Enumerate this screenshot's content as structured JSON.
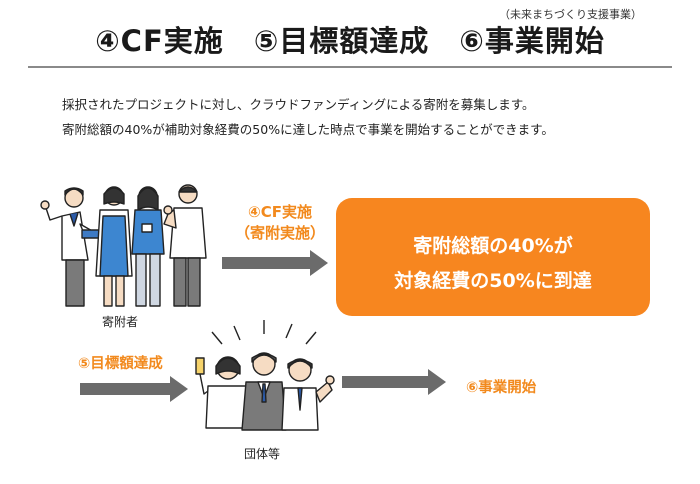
{
  "header": {
    "note": "（未来まちづくり支援事業）",
    "title": "④CF実施　⑤目標額達成　⑥事業開始"
  },
  "description": {
    "line1": "採択されたプロジェクトに対し、クラウドファンディングによる寄附を募集します。",
    "line2": "寄附総額の40%が補助対象経費の50%に達した時点で事業を開始することができます。"
  },
  "flow": {
    "cf_label_line1": "④CF実施",
    "cf_label_line2": "（寄附実施）",
    "box_line1": "寄附総額の40%が",
    "box_line2": "対象経費の50%に到達",
    "goal_label": "⑤目標額達成",
    "start_label": "⑥事業開始"
  },
  "labels": {
    "donors": "寄附者",
    "organization": "団体等"
  },
  "colors": {
    "accent_orange": "#f7861f",
    "arrow_gray": "#6b6b6b",
    "rule_gray": "#8a8a8a"
  }
}
